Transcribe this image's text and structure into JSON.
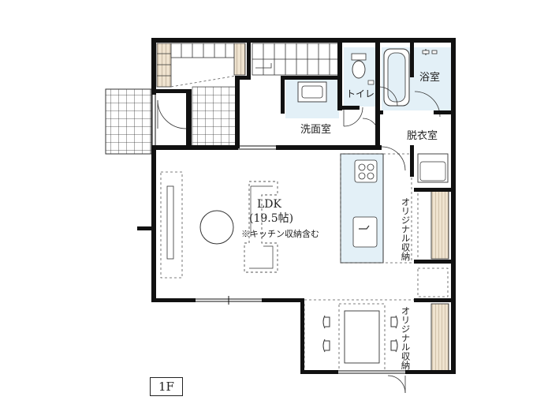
{
  "rooms": {
    "ldk": {
      "name": "LDK",
      "size": "(19.5帖)",
      "note": "※キッチン収納含む"
    },
    "toilet": "トイレ",
    "bath": "浴室",
    "washroom": "洗面室",
    "dressing": "脱衣室",
    "storage_upper": "オリジナル収納",
    "storage_lower": "オリジナル収納"
  },
  "floor_label": "1F",
  "colors": {
    "wall": "#111111",
    "fixture_fill": "#e3f0f7",
    "stair_fill": "#efe3cf",
    "dashed": "#555555"
  }
}
